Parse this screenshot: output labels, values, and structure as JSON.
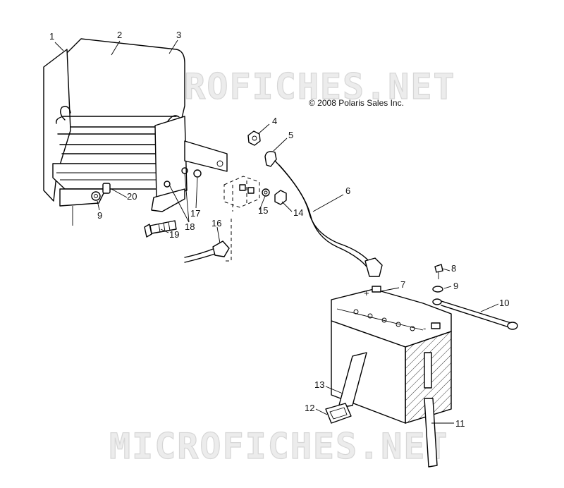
{
  "watermark": {
    "top": "MICROFICHES.NET",
    "bottom": "MICROFICHES.NET"
  },
  "copyright": "© 2008 Polaris Sales Inc.",
  "callouts": [
    "1",
    "2",
    "3",
    "4",
    "5",
    "6",
    "7",
    "8",
    "9",
    "9",
    "10",
    "11",
    "12",
    "13",
    "14",
    "15",
    "16",
    "17",
    "18",
    "19",
    "20"
  ],
  "battery_terminals": {
    "plus": "+",
    "minus": "-"
  }
}
